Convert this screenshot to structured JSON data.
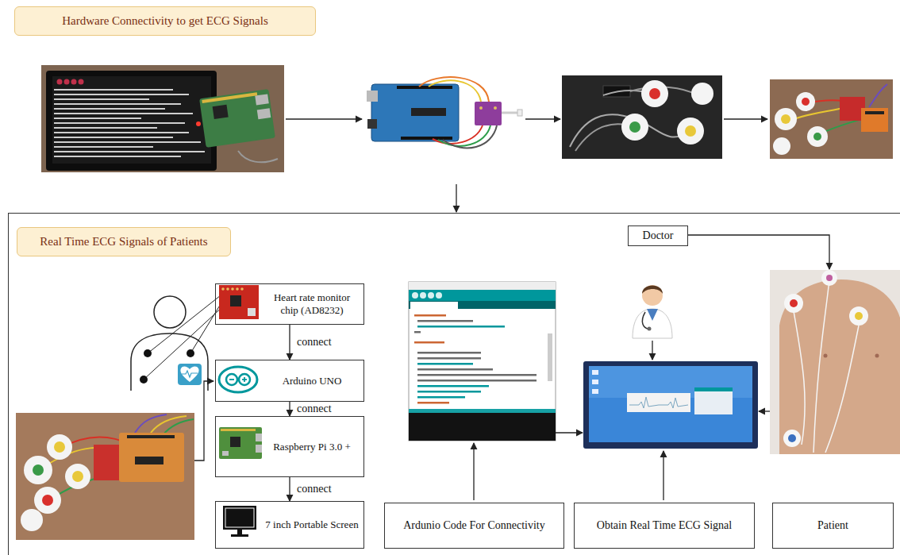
{
  "diagram": {
    "nodes": [
      {
        "text": [
          "Hardware Connectivity to get ECG Signals"
        ]
      },
      {
        "text": [
          "Real Time ECG Signals of Patients"
        ]
      },
      {
        "text": [
          "Heart rate monitor chip (AD8232)"
        ],
        "in": 1
      },
      {
        "text": [
          "Arduino UNO"
        ],
        "in": 1
      },
      {
        "text": [
          "Raspberry Pi 3.0 +"
        ],
        "in": 1
      },
      {
        "text": [
          "7 inch Portable Screen"
        ],
        "in": 1
      },
      {
        "text": [
          "Doctor"
        ],
        "in": 1
      },
      {
        "text": [
          "Ardunio Code For Connectivity"
        ],
        "in": 1
      },
      {
        "text": [
          "Obtain Real Time ECG Signal"
        ],
        "in": 1
      },
      {
        "text": [
          "Patient"
        ],
        "in": 1
      }
    ],
    "edges": [
      {
        "from": 2,
        "to": 3,
        "label": "connect",
        "arrow": "to"
      },
      {
        "from": 3,
        "to": 4,
        "label": "connect",
        "arrow": "to"
      },
      {
        "from": 4,
        "to": 5,
        "label": "connect",
        "arrow": "to"
      }
    ]
  }
}
